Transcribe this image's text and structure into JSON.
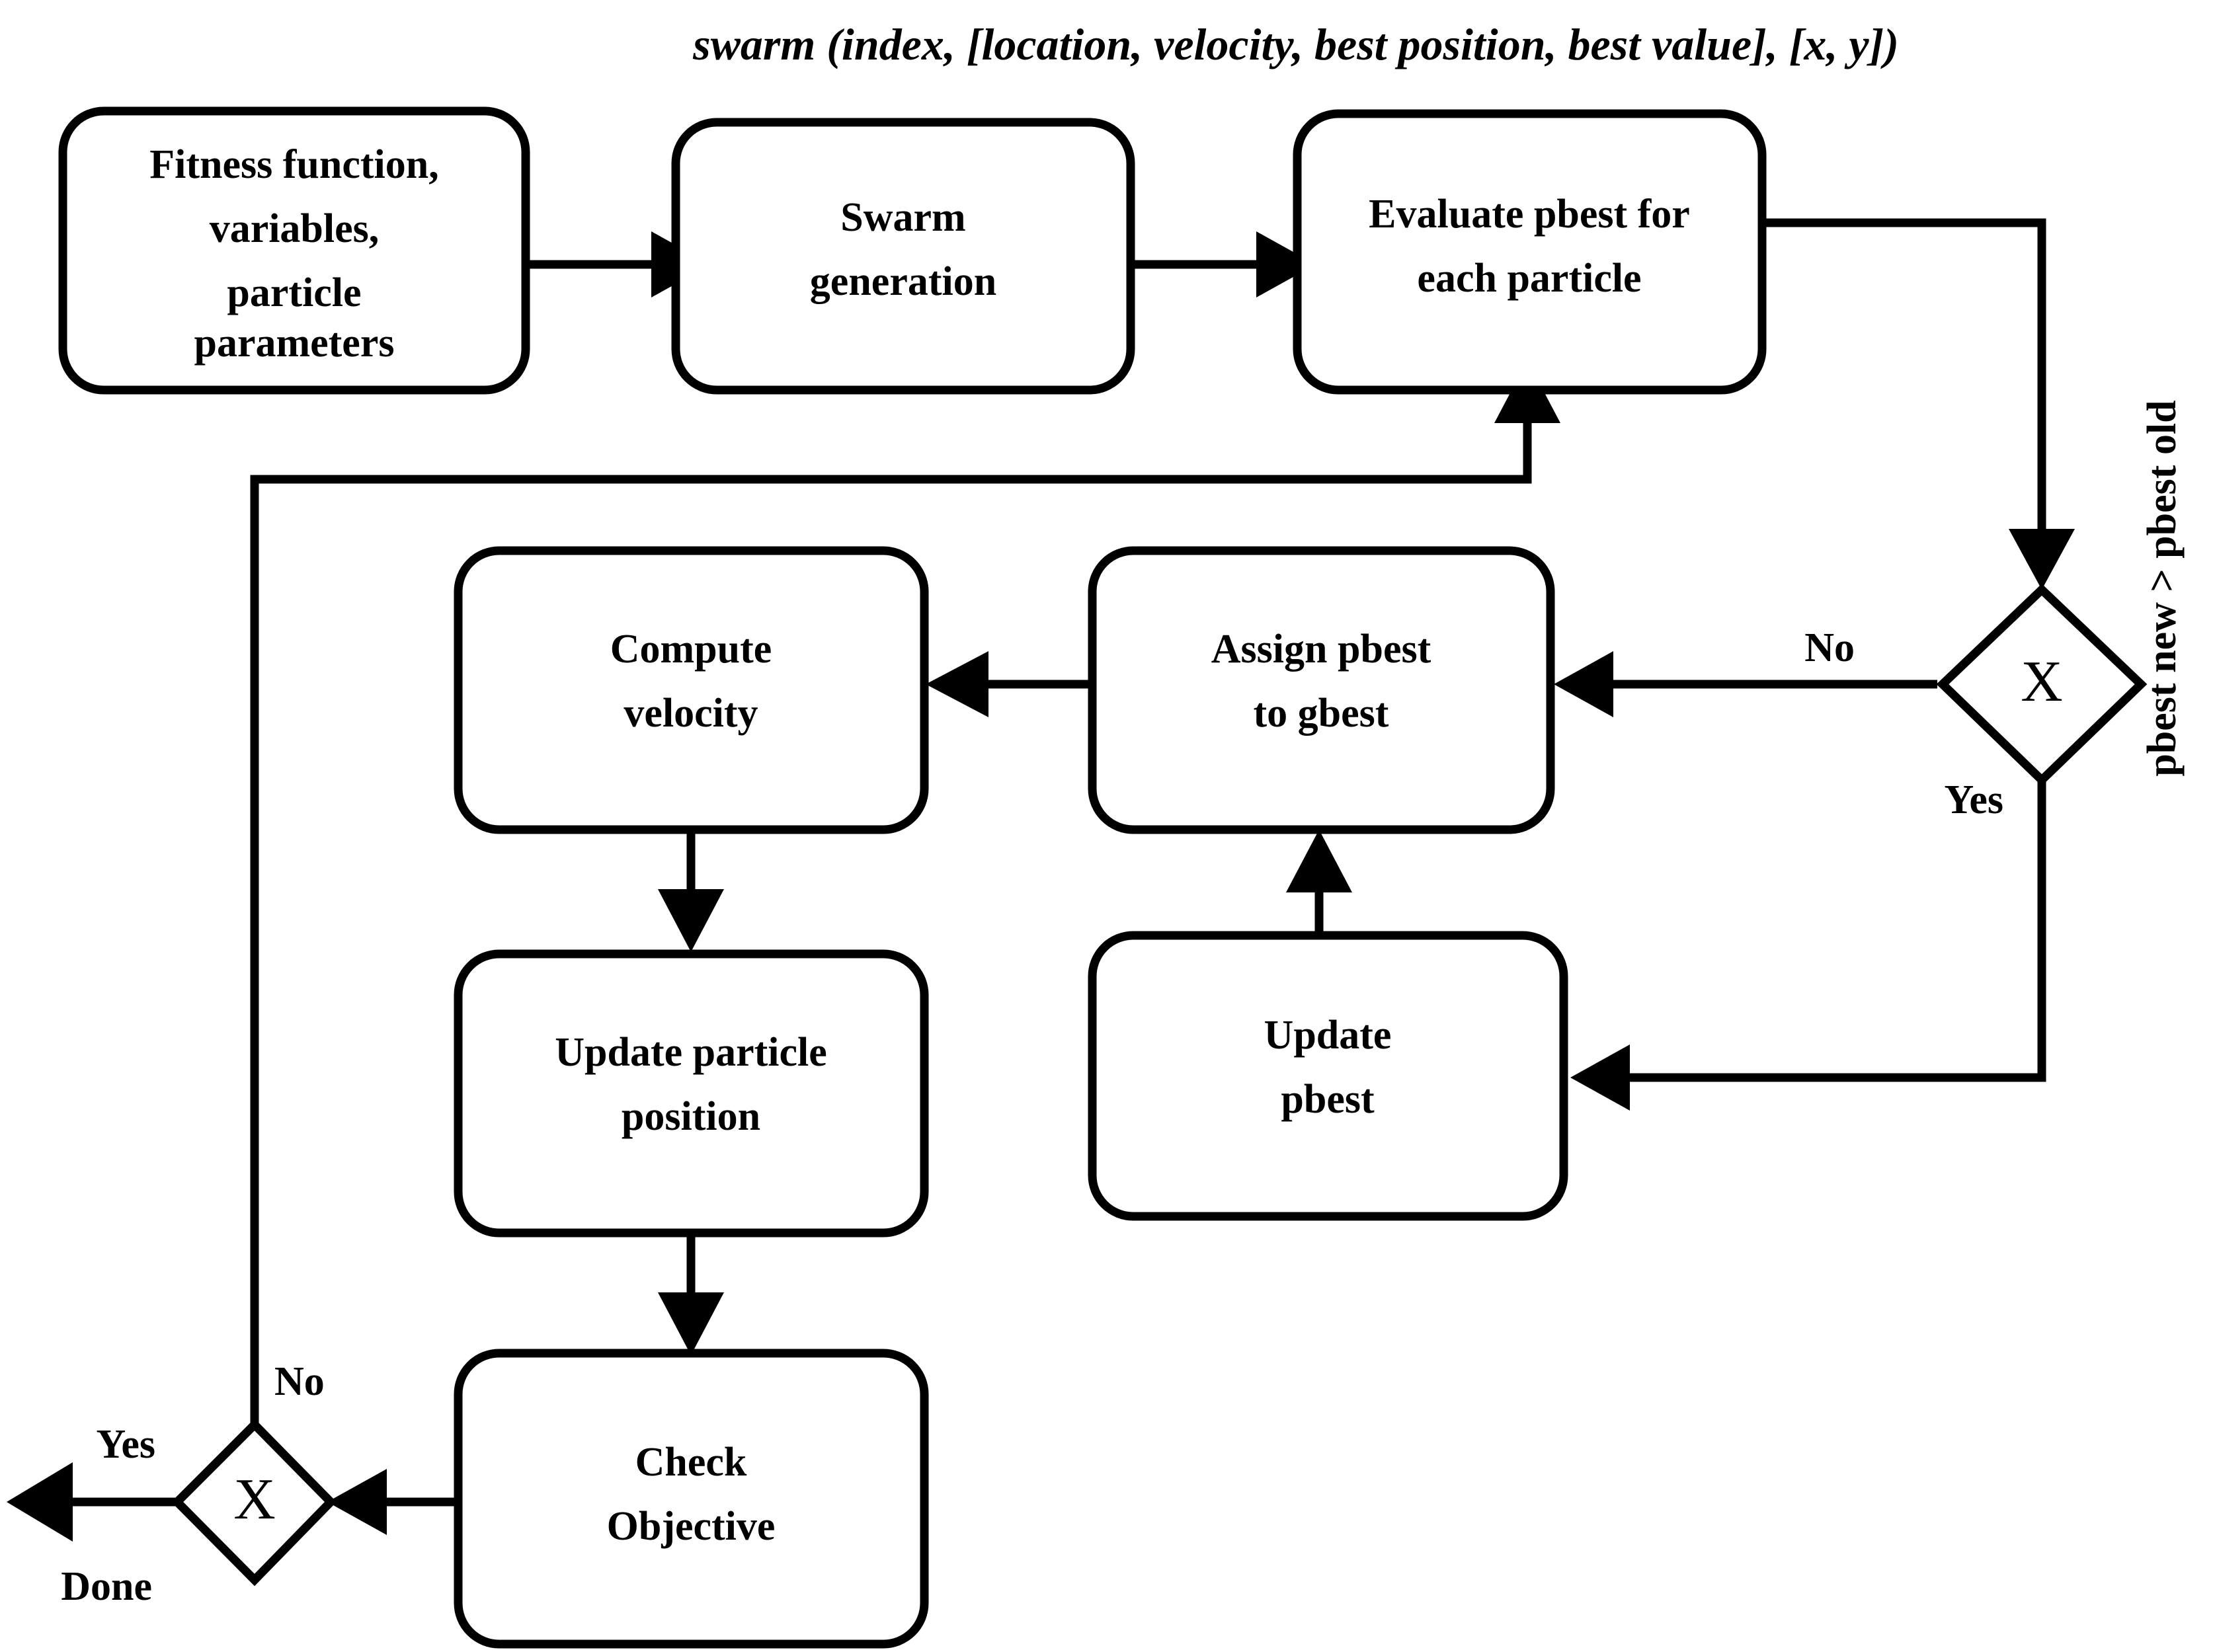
{
  "diagram": {
    "title": "swarm (index, [location, velocity, best position, best value], [x, y])",
    "type": "flowchart",
    "colors": {
      "stroke": "#000000",
      "fill": "#ffffff",
      "text": "#000000"
    },
    "nodes": [
      {
        "id": "inputs",
        "shape": "rounded-rect",
        "lines": [
          "Fitness function,",
          "variables,",
          "particle",
          "parameters"
        ]
      },
      {
        "id": "swarm_gen",
        "shape": "rounded-rect",
        "lines": [
          "Swarm",
          "generation"
        ]
      },
      {
        "id": "eval_pbest",
        "shape": "rounded-rect",
        "lines": [
          "Evaluate pbest for",
          "each particle"
        ]
      },
      {
        "id": "decision_top",
        "shape": "diamond",
        "lines": [
          "X"
        ]
      },
      {
        "id": "assign_gbest",
        "shape": "rounded-rect",
        "lines": [
          "Assign pbest",
          "to gbest"
        ]
      },
      {
        "id": "compute_vel",
        "shape": "rounded-rect",
        "lines": [
          "Compute",
          "velocity"
        ]
      },
      {
        "id": "update_pbest",
        "shape": "rounded-rect",
        "lines": [
          "Update",
          "pbest"
        ]
      },
      {
        "id": "update_pos",
        "shape": "rounded-rect",
        "lines": [
          "Update particle",
          "position"
        ]
      },
      {
        "id": "check_obj",
        "shape": "rounded-rect",
        "lines": [
          "Check",
          "Objective"
        ]
      },
      {
        "id": "decision_bot",
        "shape": "diamond",
        "lines": [
          "X"
        ]
      }
    ],
    "edge_labels": {
      "top_no": "No",
      "top_yes": "Yes",
      "bottom_no": "No",
      "bottom_yes": "Yes",
      "done": "Done"
    },
    "side_label": "pbest new > pbest old"
  }
}
